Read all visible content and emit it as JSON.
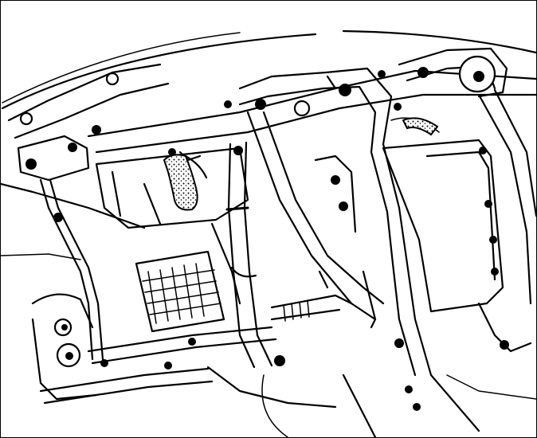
{
  "figure": {
    "colors": {
      "ink": "#000000",
      "paper": "#ffffff"
    },
    "parts": [
      "dashboard-cross-member",
      "steering-column-bracket",
      "heater-hose",
      "air-duct-grille",
      "control-module",
      "support-strut",
      "pedal-assembly"
    ]
  }
}
